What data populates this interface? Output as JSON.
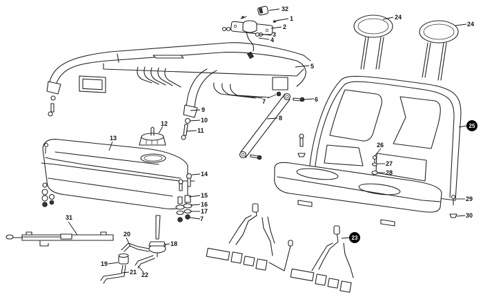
{
  "diagram": {
    "type": "exploded-parts-diagram",
    "subject": "rear seat, roll bar, fuel tank and seat belt assembly",
    "callouts": [
      {
        "id": "c1",
        "number": "1",
        "style": "plain"
      },
      {
        "id": "c2",
        "number": "2",
        "style": "plain"
      },
      {
        "id": "c3",
        "number": "3",
        "style": "plain"
      },
      {
        "id": "c4",
        "number": "4",
        "style": "plain"
      },
      {
        "id": "c5",
        "number": "5",
        "style": "plain"
      },
      {
        "id": "c6",
        "number": "6",
        "style": "plain"
      },
      {
        "id": "c7a",
        "number": "7",
        "style": "plain"
      },
      {
        "id": "c7b",
        "number": "7",
        "style": "plain"
      },
      {
        "id": "c8",
        "number": "8",
        "style": "plain"
      },
      {
        "id": "c9",
        "number": "9",
        "style": "plain"
      },
      {
        "id": "c10",
        "number": "10",
        "style": "plain"
      },
      {
        "id": "c11",
        "number": "11",
        "style": "plain"
      },
      {
        "id": "c12",
        "number": "12",
        "style": "plain"
      },
      {
        "id": "c13",
        "number": "13",
        "style": "plain"
      },
      {
        "id": "c14",
        "number": "14",
        "style": "plain"
      },
      {
        "id": "c15",
        "number": "15",
        "style": "plain"
      },
      {
        "id": "c16",
        "number": "16",
        "style": "plain"
      },
      {
        "id": "c17",
        "number": "17",
        "style": "plain"
      },
      {
        "id": "c18",
        "number": "18",
        "style": "plain"
      },
      {
        "id": "c19",
        "number": "19",
        "style": "plain"
      },
      {
        "id": "c20",
        "number": "20",
        "style": "plain"
      },
      {
        "id": "c21",
        "number": "21",
        "style": "plain"
      },
      {
        "id": "c22",
        "number": "22",
        "style": "plain"
      },
      {
        "id": "c23",
        "number": "23",
        "style": "badge"
      },
      {
        "id": "c24a",
        "number": "24",
        "style": "plain"
      },
      {
        "id": "c24b",
        "number": "24",
        "style": "plain"
      },
      {
        "id": "c25",
        "number": "25",
        "style": "badge"
      },
      {
        "id": "c26",
        "number": "26",
        "style": "plain"
      },
      {
        "id": "c27",
        "number": "27",
        "style": "plain"
      },
      {
        "id": "c28",
        "number": "28",
        "style": "plain"
      },
      {
        "id": "c29",
        "number": "29",
        "style": "plain"
      },
      {
        "id": "c30",
        "number": "30",
        "style": "plain"
      },
      {
        "id": "c31",
        "number": "31",
        "style": "plain"
      },
      {
        "id": "c32",
        "number": "32",
        "style": "plain"
      }
    ],
    "parts": [
      {
        "name": "license-plate-light",
        "callouts": [
          "1",
          "2",
          "3",
          "4",
          "32"
        ]
      },
      {
        "name": "roll-bar-frame",
        "callouts": [
          "5",
          "9",
          "10",
          "11"
        ]
      },
      {
        "name": "support-strut",
        "callouts": [
          "6",
          "7",
          "8"
        ]
      },
      {
        "name": "fuel-tank",
        "callouts": [
          "12",
          "13",
          "14",
          "15",
          "16",
          "17",
          "7"
        ]
      },
      {
        "name": "fuel-valve-and-hoses",
        "callouts": [
          "18",
          "19",
          "20",
          "21",
          "22"
        ]
      },
      {
        "name": "seat-belts",
        "callouts": [
          "23"
        ]
      },
      {
        "name": "headrests",
        "callouts": [
          "24"
        ]
      },
      {
        "name": "rear-seat",
        "callouts": [
          "25",
          "26",
          "27",
          "28",
          "29",
          "30"
        ]
      },
      {
        "name": "seat-slide-rail",
        "callouts": [
          "31"
        ]
      }
    ],
    "colors": {
      "line": "#222222",
      "background": "#ffffff",
      "badge": "#000000",
      "badge_text": "#ffffff"
    }
  }
}
